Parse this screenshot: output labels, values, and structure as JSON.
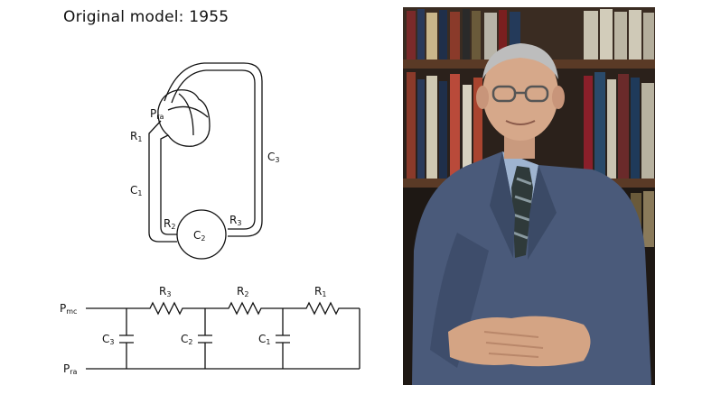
{
  "slide": {
    "title": "Original model: 1955"
  },
  "diagram_top": {
    "labels": {
      "pra_main": "P",
      "pra_sub": "ra",
      "r1_main": "R",
      "r1_sub": "1",
      "c1_main": "C",
      "c1_sub": "1",
      "r2_main": "R",
      "r2_sub": "2",
      "c2_main": "C",
      "c2_sub": "2",
      "r3_main": "R",
      "r3_sub": "3",
      "c3_main": "C",
      "c3_sub": "3"
    }
  },
  "circuit": {
    "labels": {
      "pmc_main": "P",
      "pmc_sub": "mc",
      "pra_main": "P",
      "pra_sub": "ra",
      "r3_main": "R",
      "r3_sub": "3",
      "r2_main": "R",
      "r2_sub": "2",
      "r1_main": "R",
      "r1_sub": "1",
      "c3_main": "C",
      "c3_sub": "3",
      "c2_main": "C",
      "c2_sub": "2",
      "c1_main": "C",
      "c1_sub": "1"
    }
  },
  "colors": {
    "ink": "#111111",
    "suit": "#4a5a7a",
    "shelf": "#5a3a26"
  }
}
